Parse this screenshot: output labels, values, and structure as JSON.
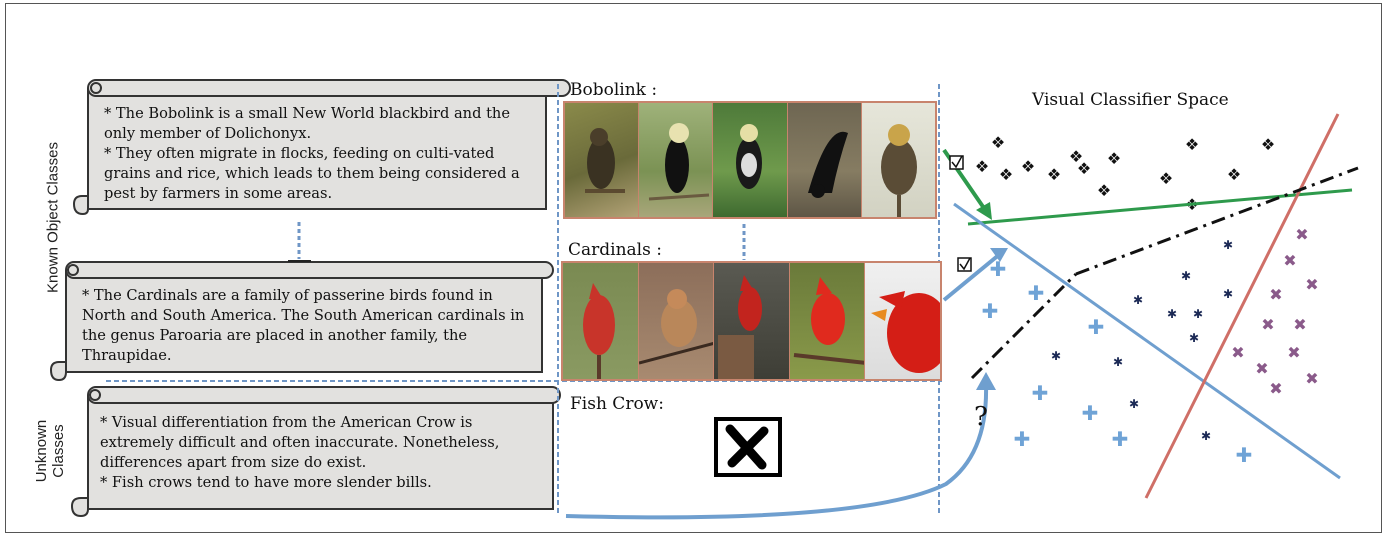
{
  "labels": {
    "known": "Known Object Classes",
    "unknown_line1": "Unknown",
    "unknown_line2": "Classes"
  },
  "scrolls": [
    {
      "name": "bobolink-description",
      "paragraphs": [
        "* The Bobolink is a small New World blackbird and the only member of Dolichonyx.",
        "* They often migrate in flocks, feeding on culti-vated grains and rice, which leads to them being considered a pest by farmers in some areas."
      ]
    },
    {
      "name": "cardinals-description",
      "paragraphs": [
        "* The Cardinals are a family of  passerine birds found in North and South America. The South American cardinals in the genus Paroaria are placed in another family, the Thraupidae."
      ]
    },
    {
      "name": "fish-crow-description",
      "paragraphs": [
        "* Visual differentiation from the American Crow is extremely difficult and often inaccurate. Nonetheless, differences apart from size do exist.",
        "* Fish crows tend to have more slender bills."
      ]
    }
  ],
  "sections": {
    "bobolink": "Bobolink :",
    "cardinals": "Cardinals :",
    "fish_crow": "Fish Crow:"
  },
  "classifier_title": "Visual Classifier Space",
  "question_mark": "?",
  "colors": {
    "scroll_fill": "#e2e1df",
    "scroll_border": "#333333",
    "dashed_line": "#6f96c6",
    "green_classifier": "#2e9a4c",
    "blue_classifier": "#6f9fcf",
    "red_classifier": "#cf6f67",
    "unknown_classifier": "#111111",
    "blue_plus": "#6fa3d6",
    "dark_star": "#1c2a56",
    "purple_x": "#8a5a8a",
    "photo_border": "#c8846d"
  },
  "icons": [
    "check-box-icon",
    "cross-box-icon"
  ]
}
